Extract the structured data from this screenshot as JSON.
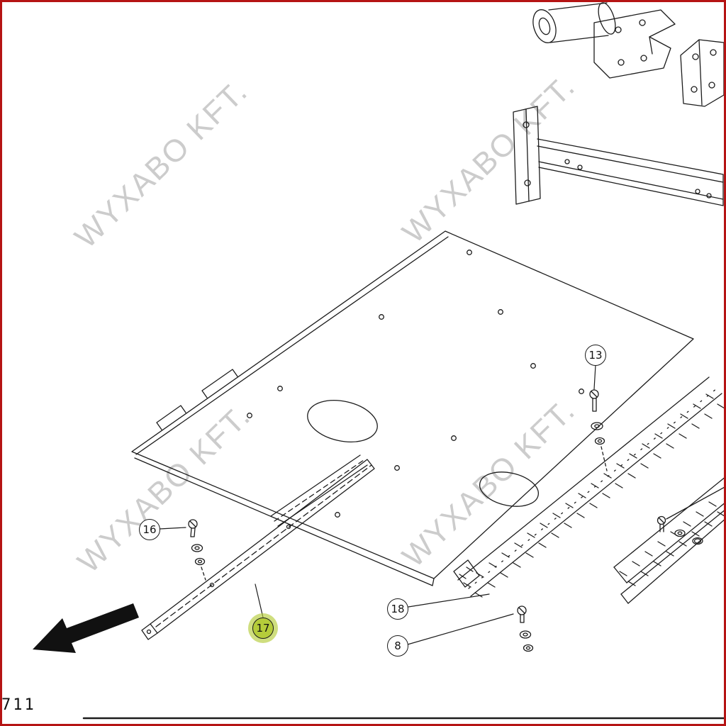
{
  "watermark": {
    "text": "WYXABO KFT."
  },
  "callouts": [
    {
      "id": "16",
      "highlighted": false
    },
    {
      "id": "17",
      "highlighted": true
    },
    {
      "id": "18",
      "highlighted": false
    },
    {
      "id": "8",
      "highlighted": false
    },
    {
      "id": "13",
      "highlighted": false
    }
  ],
  "footer": {
    "code": "711"
  },
  "colors": {
    "highlight": "#b5cc3a",
    "frame_border": "#b51414",
    "line": "#1c1c1c",
    "watermark": "#cccccc"
  }
}
